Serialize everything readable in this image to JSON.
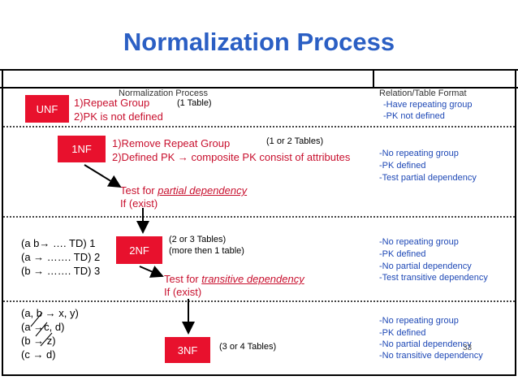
{
  "title": "Normalization Process",
  "header": {
    "left": "Normalization Process",
    "right": "Relation/Table Format"
  },
  "unf": {
    "box": "UNF",
    "lines": [
      "1)Repeat Group",
      "2)PK is not defined"
    ],
    "tables": "(1 Table)",
    "format": [
      "-Have repeating group",
      "-PK not defined"
    ]
  },
  "nf1": {
    "box": "1NF",
    "lines": [
      "1)Remove Repeat Group",
      "2)Defined PK → composite PK consist of attributes"
    ],
    "tables": "(1 or 2 Tables)",
    "test": "Test for",
    "test_term": "partial dependency",
    "if_exist": "If (exist)",
    "format": [
      "-No repeating group",
      "-PK defined",
      "-Test partial dependency"
    ]
  },
  "nf2": {
    "box": "2NF",
    "deps": [
      "(a b→ …. TD) 1",
      "(a → ……. TD) 2",
      "(b → ……. TD) 3"
    ],
    "tables": [
      "(2 or 3 Tables)",
      "(more then 1 table)"
    ],
    "test": "Test for",
    "test_term": "transitive dependency",
    "if_exist": "If (exist)",
    "format": [
      "-No repeating group",
      "-PK defined",
      "-No partial dependency",
      "-Test transitive dependency"
    ]
  },
  "nf3": {
    "box": "3NF",
    "deps": [
      "(a, b → x, y)",
      "(a →c, d)",
      "(b → z)",
      "(c → d)"
    ],
    "tables": "(3 or 4 Tables)",
    "format": [
      "-No repeating group",
      "-PK defined",
      "-No partial dependency",
      "-No transitive dependency"
    ]
  },
  "slide_number": "33"
}
